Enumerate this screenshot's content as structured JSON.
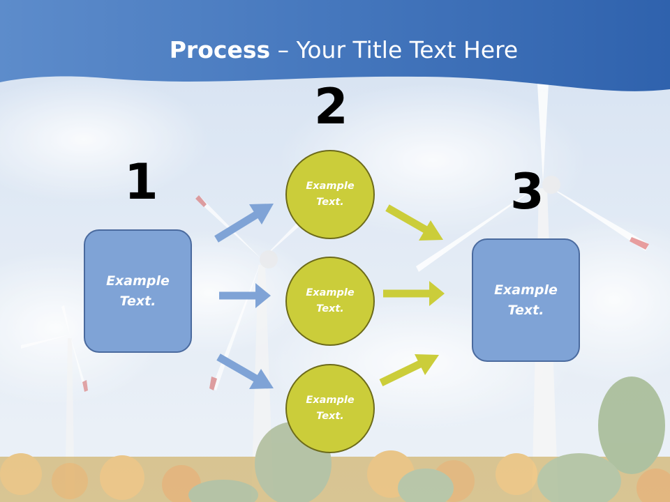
{
  "title": {
    "bold": "Process",
    "rest": " – Your Title Text Here"
  },
  "colors": {
    "header_blue": "#3b6fb5",
    "box_fill": "#7fa3d6",
    "box_border": "#4a6a9e",
    "circle_fill": "#cbcd3a",
    "circle_border": "#6c6a1a",
    "blue_arrow": "#7fa3d6",
    "yellow_arrow": "#cbcd3a"
  },
  "steps": {
    "one": "1",
    "two": "2",
    "three": "3"
  },
  "left_box": {
    "text": "Example\nText."
  },
  "circles": [
    {
      "text": "Example\nText."
    },
    {
      "text": "Example\nText."
    },
    {
      "text": "Example\nText."
    }
  ],
  "right_box": {
    "text": "Example\nText."
  }
}
